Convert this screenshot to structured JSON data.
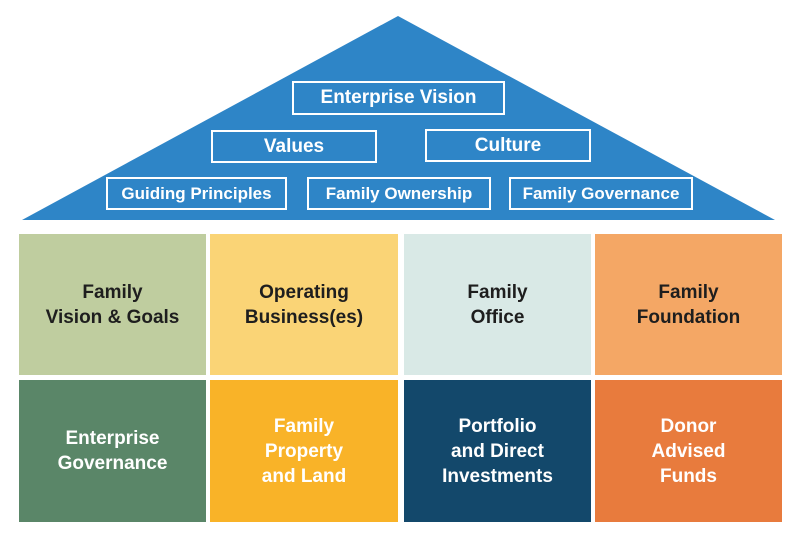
{
  "roof": {
    "color": "#2e85c7",
    "vision": "Enterprise Vision",
    "values": "Values",
    "culture": "Culture",
    "guiding_principles": "Guiding Principles",
    "family_ownership": "Family Ownership",
    "family_governance": "Family Governance"
  },
  "pillars": {
    "vision_goals": {
      "label": "Family\nVision & Goals",
      "color": "#bfcd9f"
    },
    "operating_business": {
      "label": "Operating\nBusiness(es)",
      "color": "#fad476"
    },
    "family_office": {
      "label": "Family\nOffice",
      "color": "#d9e9e6"
    },
    "family_foundation": {
      "label": "Family\nFoundation",
      "color": "#f4a765"
    },
    "enterprise_governance": {
      "label": "Enterprise\nGovernance",
      "color": "#5a8668"
    },
    "property_land": {
      "label": "Family\nProperty\nand Land",
      "color": "#f9b328"
    },
    "portfolio_investments": {
      "label": "Portfolio\nand Direct\nInvestments",
      "color": "#13486b"
    },
    "donor_funds": {
      "label": "Donor\nAdvised\nFunds",
      "color": "#e87b3d"
    }
  }
}
